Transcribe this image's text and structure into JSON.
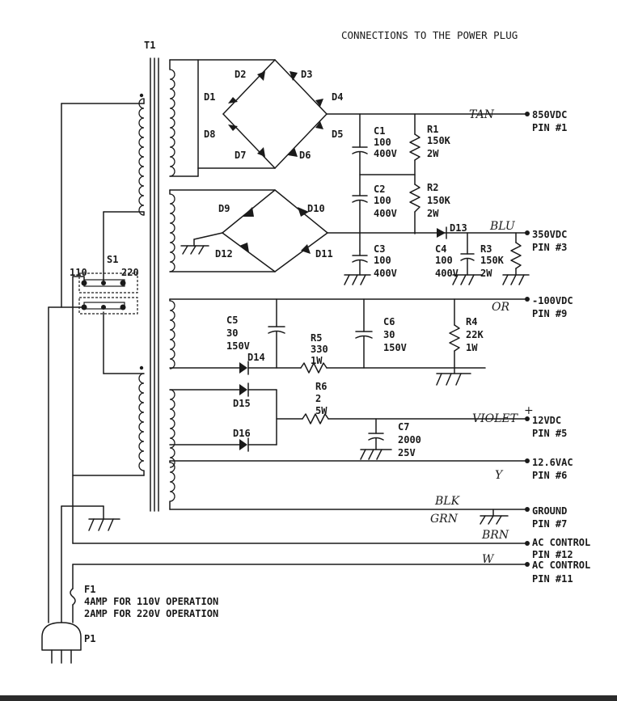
{
  "title": "CONNECTIONS TO THE POWER PLUG",
  "transformer": "T1",
  "switch": {
    "label": "S1",
    "pos_110": "110",
    "pos_220": "220"
  },
  "diodes": {
    "d1": "D1",
    "d2": "D2",
    "d3": "D3",
    "d4": "D4",
    "d5": "D5",
    "d6": "D6",
    "d7": "D7",
    "d8": "D8",
    "d9": "D9",
    "d10": "D10",
    "d11": "D11",
    "d12": "D12",
    "d13": "D13",
    "d14": "D14",
    "d15": "D15",
    "d16": "D16"
  },
  "capacitors": {
    "c1": {
      "name": "C1",
      "value": "100",
      "rating": "400V"
    },
    "c2": {
      "name": "C2",
      "value": "100",
      "rating": "400V"
    },
    "c3": {
      "name": "C3",
      "value": "100",
      "rating": "400V"
    },
    "c4": {
      "name": "C4",
      "value": "100",
      "rating": "400V"
    },
    "c5": {
      "name": "C5",
      "value": "30",
      "rating": "150V"
    },
    "c6": {
      "name": "C6",
      "value": "30",
      "rating": "150V"
    },
    "c7": {
      "name": "C7",
      "value": "2000",
      "rating": "25V"
    }
  },
  "resistors": {
    "r1": {
      "name": "R1",
      "value": "150K",
      "rating": "2W"
    },
    "r2": {
      "name": "R2",
      "value": "150K",
      "rating": "2W"
    },
    "r3": {
      "name": "R3",
      "value": "150K",
      "rating": "2W"
    },
    "r4": {
      "name": "R4",
      "value": "22K",
      "rating": "1W"
    },
    "r5": {
      "name": "R5",
      "value": "330",
      "rating": "1W"
    },
    "r6": {
      "name": "R6",
      "value": "2",
      "rating": "5W"
    }
  },
  "outputs": [
    {
      "voltage": "850VDC",
      "pin": "PIN #1",
      "wire": "TAN"
    },
    {
      "voltage": "350VDC",
      "pin": "PIN #3",
      "wire": "BLU"
    },
    {
      "voltage": "-100VDC",
      "pin": "PIN #9",
      "wire": "OR"
    },
    {
      "voltage": "12VDC",
      "pin": "PIN #5",
      "wire": "VIOLET"
    },
    {
      "voltage": "12.6VAC",
      "pin": "PIN #6",
      "wire": "Y"
    },
    {
      "voltage": "GROUND",
      "pin": "PIN #7",
      "wire": "BLK"
    },
    {
      "voltage": "AC CONTROL",
      "pin": "PIN #12",
      "wire": "BRN"
    },
    {
      "voltage": "AC CONTROL",
      "pin": "PIN #11",
      "wire": "W"
    }
  ],
  "ground_wire_extra": "GRN",
  "plus_mark": "+",
  "fuse": {
    "label": "F1",
    "note1": "4AMP FOR 110V OPERATION",
    "note2": "2AMP FOR 220V OPERATION"
  },
  "plug": "P1"
}
